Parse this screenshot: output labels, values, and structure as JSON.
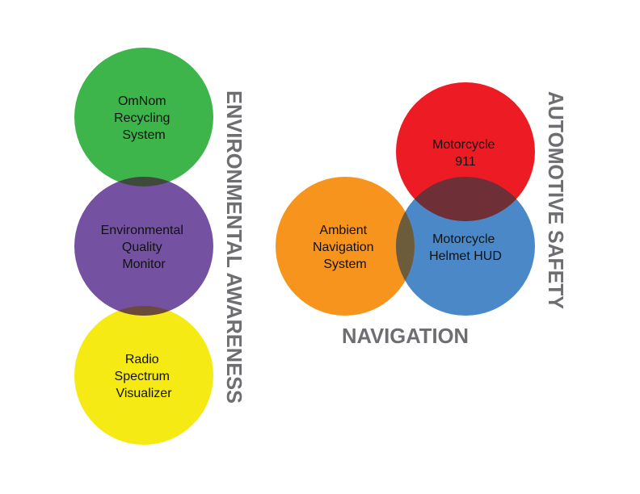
{
  "colors": {
    "green": "#3db54a",
    "purple": "#7452a1",
    "yellow": "#f5ea14",
    "orange": "#f7941d",
    "blue": "#4a88c7",
    "red": "#ed1c24",
    "category_text": "#6d6e71"
  },
  "categories": {
    "environmental": "ENVIRONMENTAL AWARENESS",
    "automotive": "AUTOMOTIVE SAFETY",
    "navigation": "NAVIGATION"
  },
  "circles": {
    "omnom": [
      "OmNom",
      "Recycling",
      "System"
    ],
    "eqm": [
      "Environmental",
      "Quality",
      "Monitor"
    ],
    "radio": [
      "Radio",
      "Spectrum",
      "Visualizer"
    ],
    "ambient": [
      "Ambient",
      "Navigation",
      "System"
    ],
    "helmet": [
      "Motorcycle",
      "Helmet HUD"
    ],
    "m911": [
      "Motorcycle",
      "911"
    ]
  }
}
